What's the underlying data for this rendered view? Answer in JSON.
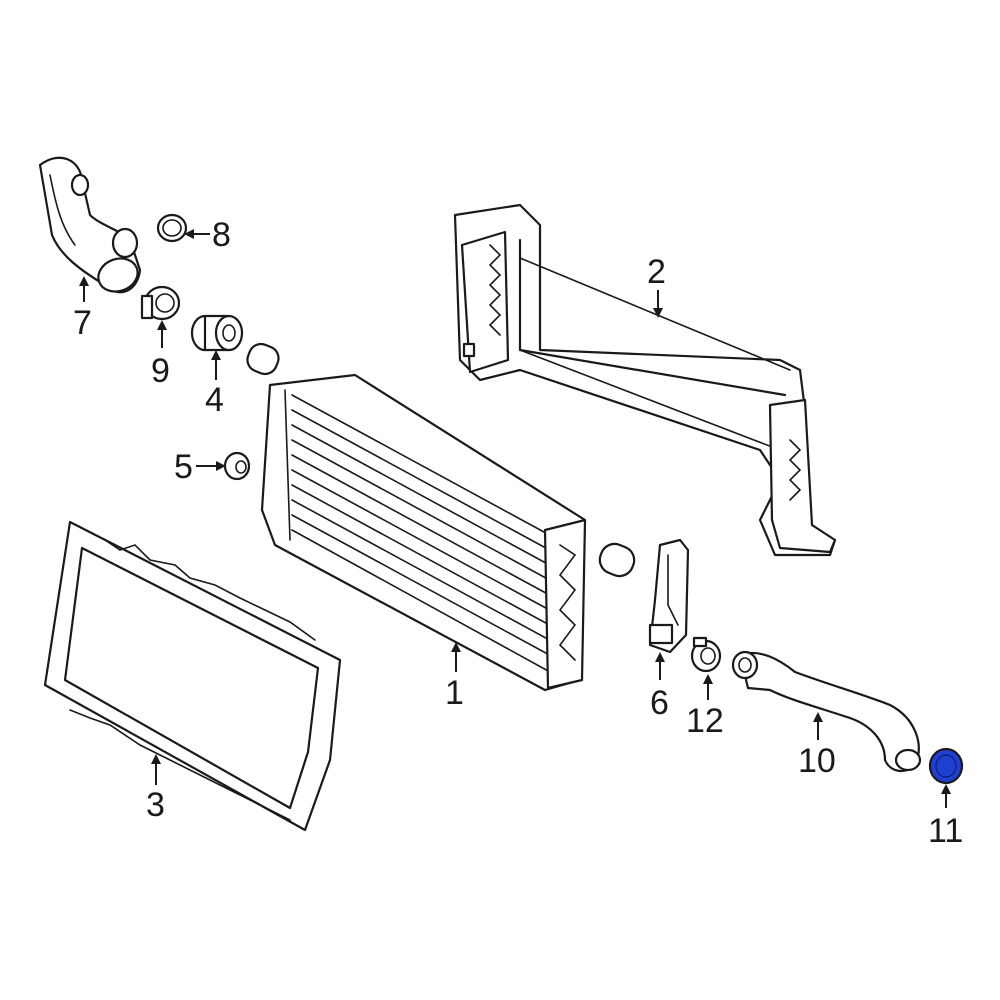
{
  "callouts": [
    {
      "id": "1",
      "label": "1"
    },
    {
      "id": "2",
      "label": "2"
    },
    {
      "id": "3",
      "label": "3"
    },
    {
      "id": "4",
      "label": "4"
    },
    {
      "id": "5",
      "label": "5"
    },
    {
      "id": "6",
      "label": "6"
    },
    {
      "id": "7",
      "label": "7"
    },
    {
      "id": "8",
      "label": "8"
    },
    {
      "id": "9",
      "label": "9"
    },
    {
      "id": "10",
      "label": "10"
    },
    {
      "id": "11",
      "label": "11"
    },
    {
      "id": "12",
      "label": "12"
    }
  ],
  "highlight": {
    "part": "11",
    "color": "#1f3fd1"
  },
  "line_color": "#1a1a1a",
  "background": "#ffffff"
}
